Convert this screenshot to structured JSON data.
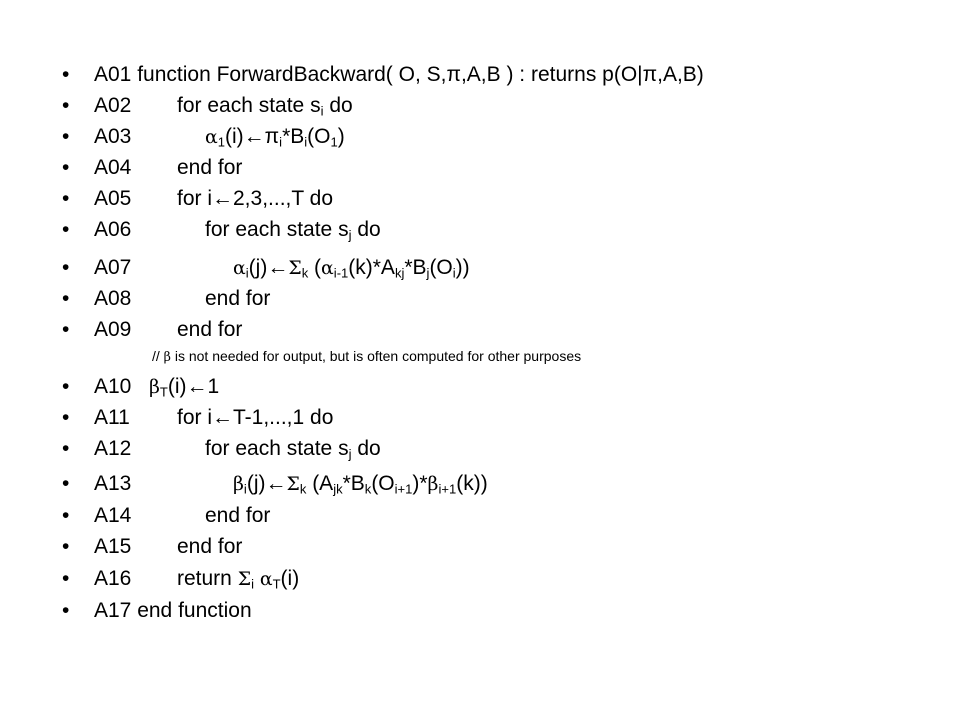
{
  "slide": {
    "lines": [
      {
        "id": "A01",
        "bullet": "•",
        "text": "A01 function ForwardBackward( O, S,π,A,B ) : returns p(O|π,A,B)"
      },
      {
        "id": "A02",
        "bullet": "•",
        "num": "A02",
        "code_pre": "for each state s",
        "code_sub": "i",
        "code_post": " do"
      },
      {
        "id": "A03",
        "bullet": "•",
        "num": "A03"
      },
      {
        "id": "A04",
        "bullet": "•",
        "num": "A04",
        "code": "end for"
      },
      {
        "id": "A05",
        "bullet": "•",
        "num": "A05",
        "code": "for i←2,3,...,T do"
      },
      {
        "id": "A06",
        "bullet": "•",
        "num": "A06",
        "code_pre": "for each state s",
        "code_sub": "j",
        "code_post": " do"
      },
      {
        "id": "A07",
        "bullet": "•",
        "num": "A07"
      },
      {
        "id": "A08",
        "bullet": "•",
        "num": "A08",
        "code": "end for"
      },
      {
        "id": "A09",
        "bullet": "•",
        "num": "A09",
        "code": "end for"
      },
      {
        "id": "A10",
        "bullet": "•",
        "num": "A10"
      },
      {
        "id": "A11",
        "bullet": "•",
        "num": "A11",
        "code": "for i←T-1,...,1 do"
      },
      {
        "id": "A12",
        "bullet": "•",
        "num": "A12",
        "code_pre": "for each state s",
        "code_sub": "j",
        "code_post": " do"
      },
      {
        "id": "A13",
        "bullet": "•",
        "num": "A13"
      },
      {
        "id": "A14",
        "bullet": "•",
        "num": "A14",
        "code": "end for"
      },
      {
        "id": "A15",
        "bullet": "•",
        "num": "A15",
        "code": "end for"
      },
      {
        "id": "A16",
        "bullet": "•",
        "num": "A16"
      },
      {
        "id": "A17",
        "bullet": "•",
        "text": "A17 end function"
      }
    ],
    "comment": {
      "pre": "// ",
      "beta": "β",
      "post": " is not needed for output, but is often computed for other purposes"
    },
    "formulas": {
      "a03": {
        "alpha": "α",
        "alpha_sub": "1",
        "mid": "(i)←π",
        "pi_sub": "i",
        "star_b": "*B",
        "b_sub": "i",
        "open_o": "(O",
        "o_sub": "1",
        "close": ")"
      },
      "a07": {
        "alpha": "α",
        "alpha_sub": "i",
        "arrow": "(j)←",
        "sigma": "Σ",
        "sigma_sub": "k",
        "open": " (",
        "alpha2": "α",
        "alpha2_sub": "i-1",
        "mid": "(k)*A",
        "a_sub": "kj",
        "star_b": "*B",
        "b_sub": "j",
        "open_o": "(O",
        "o_sub": "i",
        "close": "))"
      },
      "a10": {
        "beta": "β",
        "beta_sub": "T",
        "rest": "(i)←1"
      },
      "a13": {
        "beta": "β",
        "beta_sub": "i",
        "arrow": "(j)←",
        "sigma": "Σ",
        "sigma_sub": "k",
        "open": " (A",
        "a_sub": "jk",
        "star_b": "*B",
        "b_sub": "k",
        "open_o": "(O",
        "o_sub": "i+1",
        "mid": ")*",
        "beta2": "β",
        "beta2_sub": "i+1",
        "close": "(k))"
      },
      "a16": {
        "ret": "return ",
        "sigma": "Σ",
        "sigma_sub": "i",
        "space": " ",
        "alpha": "α",
        "alpha_sub": "T",
        "close": "(i)"
      }
    }
  }
}
